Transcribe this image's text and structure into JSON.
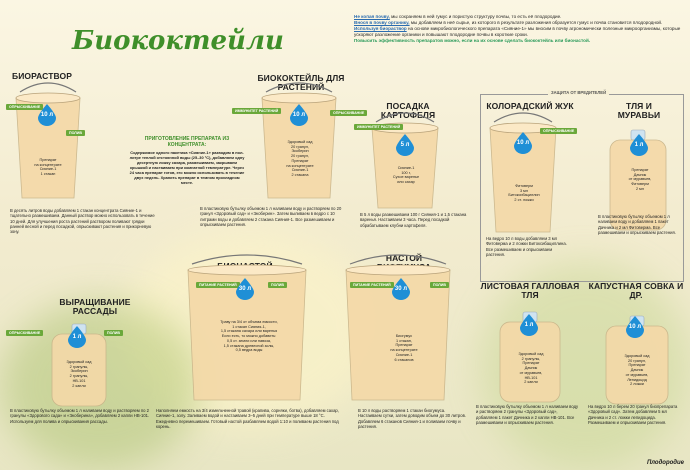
{
  "title": "Биококтейли",
  "intro": {
    "p1_bold": "Не копая почву,",
    "p1": "мы сохраняем в ней гумус и пористую структуру почвы, то есть её плодородие.",
    "p2_bold": "Внося в почву органику,",
    "p2": "мы добавляем в неё сырье, из которого в результате разложения образуется гумус и почва становится плодородной.",
    "p3_bold": "Используя биораствор",
    "p3": "на основе микробиологического препарата «Сияние-1» мы вносим в почву агрономически полезные микроорганизмы, которые ускоряют разложение органики и повышают плодородие почвы в короткие сроки.",
    "p4": "Повысить эффективность препаратов можно, если на их основе сделать биококтейль или бионастой."
  },
  "protect_label": "ЗАЩИТА ОТ ВРЕДИТЕЛЕЙ",
  "labels": {
    "spray": "ОПРЫСКИВАНИЕ",
    "water": "ПОЛИВ",
    "feed": "ПИТАНИЕ РАСТЕНИЙ",
    "immunity": "ИММУНИТЕТ РАСТЕНИЙ"
  },
  "sections": [
    {
      "id": "bio",
      "title": "БИОРАСТВОР",
      "volume": "10 л",
      "jar_text": "Препарат\nна концентрате\nСияние-1\n1 стакан",
      "text": "В десять литров воды добавляем 1 стакан концентрата Сияние-1 и тщательно размешиваем. Данный раствор можно использовать в течение 10 дней. Для улучшения роста растений раствором поливают грядки ранней весной и перед посадкой, опрыскивают растения и прикорневую зону."
    },
    {
      "id": "cocktail",
      "title": "БИОКОКТЕЙЛЬ ДЛЯ РАСТЕНИЙ",
      "volume": "10 л",
      "jar_text": "Здоровый сад\n20 гранул,\nЭкоберин\n20 гранул,\nПрепарат\nна концентрате\nСияние-1\n2 стакана",
      "text": "В пластиковую бутылку объемом 1 л наливаем воду и растворяем по 20 гранул «Здоровый сад» и «Экоберин». Затем выливаем в ведро с 10 литрами воды и добавляем 2 стакана Сияния-1. Все размешиваем и опрыскиваем растения."
    },
    {
      "id": "potato",
      "title": "ПОСАДКА КАРТОФЕЛЯ",
      "volume": "5 л",
      "jar_text": "Сияние-1\n100 г,\nСухое варенье\nили сахар",
      "text": "В 5 л воды размешиваем 100 г Сияния-1 и 1,5 стакана варенья. Настаиваем 3 часа. Перед посадкой обрабатываем клубни картофеля."
    },
    {
      "id": "beetle",
      "title": "КОЛОРАДСКИЙ ЖУК",
      "volume": "10 л",
      "jar_text": "Фитоверм\n3 мл\nБитоксибациллин\n2 ст. ложки",
      "text": "На ведро 10 л воды добавляем 3 мл Фитоверма и 2 ложки Битоксибациллина. Все размешиваем и опрыскиваем растения."
    },
    {
      "id": "aphid",
      "title": "ТЛЯ И МУРАВЬИ",
      "volume": "1 л",
      "jar_text": "Препарат\nДачник\nот муравьев,\nФитоверм\n2 мл",
      "text": "В пластиковую бутылку объемом 1 л наливаем воду и добавляем 1 пакет Дачника и 2 мл Фитоверма. Все размешиваем и опрыскиваем растения."
    },
    {
      "id": "seedling",
      "title": "ВЫРАЩИВАНИЕ РАССАДЫ",
      "volume": "1 л",
      "jar_text": "Здоровый сад\n2 гранулы,\nЭкоберин\n2 гранулы,\nНВ-101\n2 капли",
      "text": "В пластиковую бутылку объемом 1 л наливаем воду и растворяем по 2 гранулы «Здорового сада» и «Экоберина», добавляем 2 капли НВ-101. Используем для полива и опрыскивания рассады."
    },
    {
      "id": "infusion",
      "title": "БИОНАСТОЙ",
      "volume": "30 л",
      "jar_text": "Траву на 3/4 от объема емкости,\n1 стакан Сияния-1,\n1,5 стакана сахара или варенья\nЕсли есть, то можно добавить:\n0,5 ст. земли или навоза,\n1,5 стакана древесной золы,\n0,5 ведра воды",
      "text": "Наполняем емкость на 3/4 измельченной травой (крапива, сорняки, ботва), добавляем сахар, Сияние-1, золу. Заливаем водой и настаиваем 3–5 дней при температуре выше 18 °C. Ежедневно перемешиваем. Готовый настой разбавляем водой 1:10 и поливаем растения под корень."
    },
    {
      "id": "vermi",
      "title": "НАСТОЙ БИОГУМУСА",
      "volume": "30 л",
      "jar_text": "Биогумус\n1 стакан,\nПрепарат\nна концентрате\nСияние-1\n6 стаканов",
      "text": "В 10 л воды растворяем 1 стакан биогумуса. Настаиваем сутки, затем доводим объем до 30 литров. Добавляем 6 стаканов Сияния-1 и поливаем почву и растения."
    },
    {
      "id": "leaf",
      "title": "ЛИСТОВАЯ ГАЛЛОВАЯ ТЛЯ",
      "volume": "1 л",
      "jar_text": "Здоровый сад\n2 гранулы,\nПрепарат\nДачник\nот муравьев,\nНВ-101\n2 капли",
      "text": "В пластиковую бутылку объемом 1 л наливаем воду и растворяем 2 гранулы «Здоровый сад», добавляем 1 пакет Дачника и 2 капли НВ-101. Все размешиваем и опрыскиваем растения."
    },
    {
      "id": "onion",
      "title": "КАПУСТНАЯ СОВКА И ДР.",
      "volume": "10 л",
      "jar_text": "Здоровый сад\n20 гранул,\nПрепарат\nДачник\nот муравьев,\nЛепидоцид\n2 ложки",
      "text": "На ведро 10 л берем 20 гранул биопрепарата «Здоровый сад». Затем добавляем 5 мл Дачника и 2 ст. ложки лепидоцида. Размешиваем и опрыскиваем растения."
    }
  ],
  "recipe": {
    "title": "ПРИГОТОВЛЕНИЕ ПРЕПАРАТА ИЗ КОНЦЕНТРАТА:",
    "text": "Содержимое одного пакетика «Сияние-1» разводим в пол-литре теплой отстоянной воды (25–30 °С), добавляем одну десертную ложку сахара, размешиваем, закрываем крышкой и настаиваем при комнатной температуре. Через 24 часа препарат готов, его можно использовать в течение двух недель. Хранить препарат в темном прохладном месте."
  },
  "brand": "Плодородие",
  "colors": {
    "green": "#3f8f2a",
    "blue": "#2a6cb0",
    "drop": "#1f8fd6",
    "jar": "#f4d9a8"
  }
}
